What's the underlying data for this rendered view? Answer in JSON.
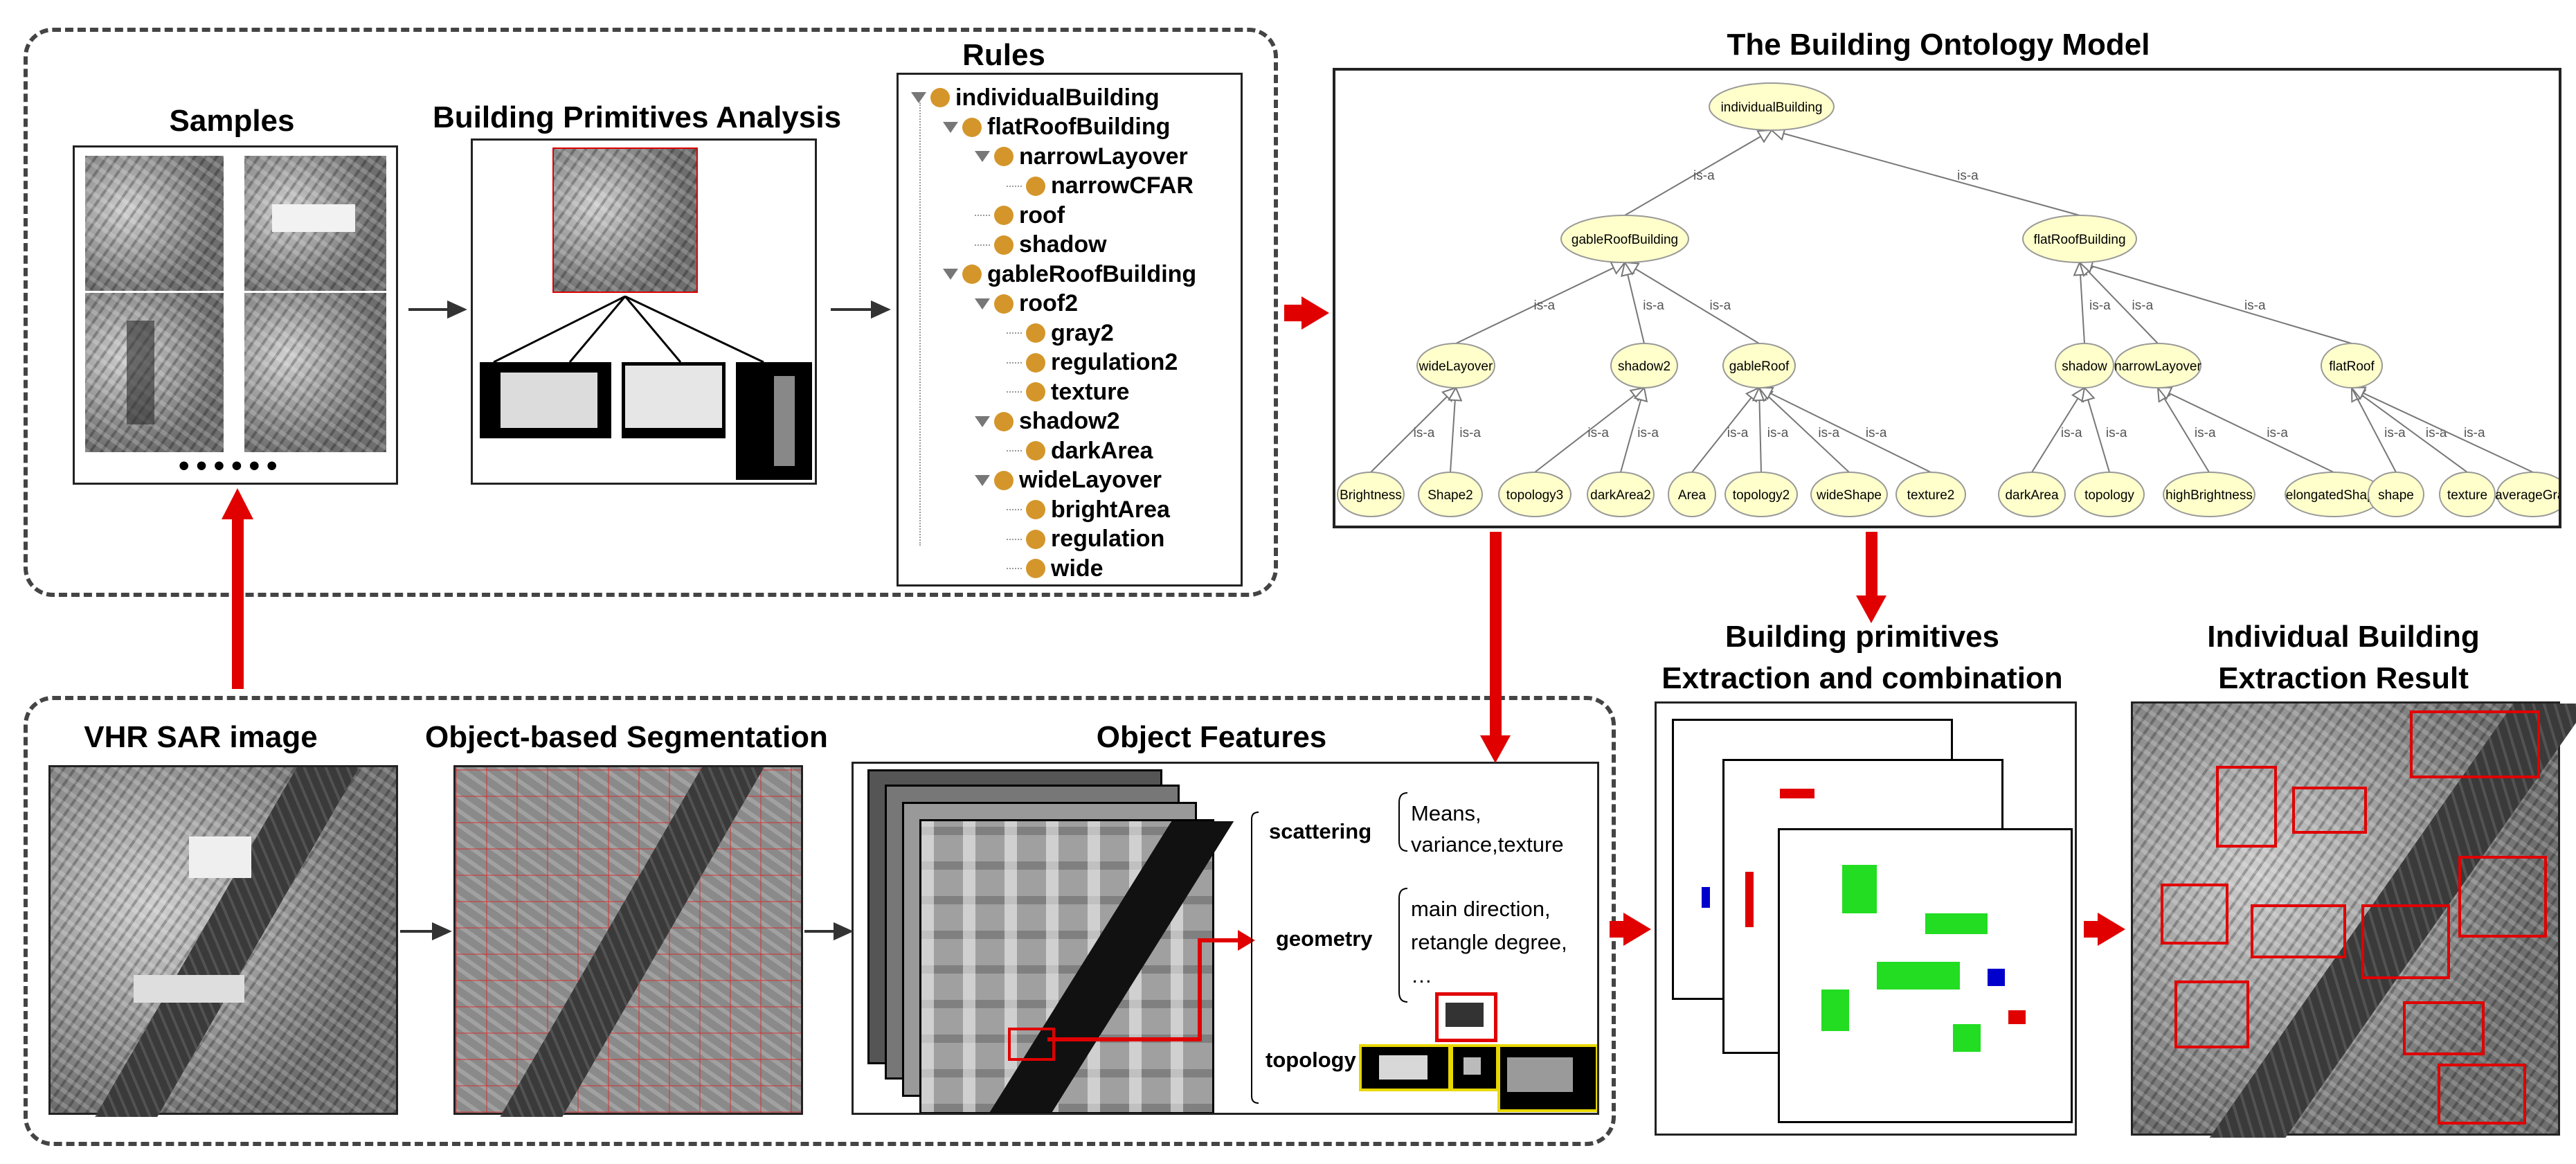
{
  "titles": {
    "samples": "Samples",
    "primitives_analysis": "Building Primitives Analysis",
    "rules": "Rules",
    "ontology_model": "The Building Ontology Model",
    "vhr_sar": "VHR SAR image",
    "segmentation": "Object-based Segmentation",
    "object_features": "Object Features",
    "extraction_line1": "Building primitives",
    "extraction_line2": "Extraction and combination",
    "result_line1": "Individual Building",
    "result_line2": "Extraction Result"
  },
  "samples": {
    "dots": "••••••"
  },
  "rules_tree": [
    {
      "label": "individualBuilding",
      "depth": 0,
      "expandable": true
    },
    {
      "label": "flatRoofBuilding",
      "depth": 1,
      "expandable": true
    },
    {
      "label": "narrowLayover",
      "depth": 2,
      "expandable": true
    },
    {
      "label": "narrowCFAR",
      "depth": 3,
      "expandable": false
    },
    {
      "label": "roof",
      "depth": 2,
      "expandable": false
    },
    {
      "label": "shadow",
      "depth": 2,
      "expandable": false
    },
    {
      "label": "gableRoofBuilding",
      "depth": 1,
      "expandable": true
    },
    {
      "label": "roof2",
      "depth": 2,
      "expandable": true
    },
    {
      "label": "gray2",
      "depth": 3,
      "expandable": false
    },
    {
      "label": "regulation2",
      "depth": 3,
      "expandable": false
    },
    {
      "label": "texture",
      "depth": 3,
      "expandable": false
    },
    {
      "label": "shadow2",
      "depth": 2,
      "expandable": true
    },
    {
      "label": "darkArea",
      "depth": 3,
      "expandable": false
    },
    {
      "label": "wideLayover",
      "depth": 2,
      "expandable": true
    },
    {
      "label": "brightArea",
      "depth": 3,
      "expandable": false
    },
    {
      "label": "regulation",
      "depth": 3,
      "expandable": false
    },
    {
      "label": "wide",
      "depth": 3,
      "expandable": false
    }
  ],
  "ontology": {
    "edge_label": "is-a",
    "nodes": {
      "root": "individualBuilding",
      "gable": "gableRoofBuilding",
      "flat": "flatRoofBuilding",
      "wideLayover": "wideLayover",
      "shadow2": "shadow2",
      "gableRoof": "gableRoof",
      "shadow": "shadow",
      "narrowLayover": "narrowLayover",
      "flatRoof": "flatRoof",
      "brightness": "Brightness",
      "shape2": "Shape2",
      "topology3": "topology3",
      "darkArea2": "darkArea2",
      "area": "Area",
      "topology2": "topology2",
      "wideShape": "wideShape",
      "texture2": "texture2",
      "darkArea": "darkArea",
      "topology": "topology",
      "highBrightness": "highBrightness",
      "elongatedShape": "elongatedShape",
      "shape": "shape",
      "texture": "texture",
      "averageGray": "averageGray"
    }
  },
  "features": {
    "scattering": {
      "label": "scattering",
      "desc1": "Means,",
      "desc2": "variance,texture"
    },
    "geometry": {
      "label": "geometry",
      "desc1": "main direction,",
      "desc2": "retangle degree,",
      "desc3": "…"
    },
    "topology": {
      "label": "topology"
    }
  },
  "colors": {
    "arrow_red": "#e00000",
    "node_fill": "#ffffcc",
    "tree_bullet": "#d4962a",
    "highlight_green": "#22dd22",
    "highlight_blue": "#0000cc",
    "topology_frame": "#e8d800"
  }
}
